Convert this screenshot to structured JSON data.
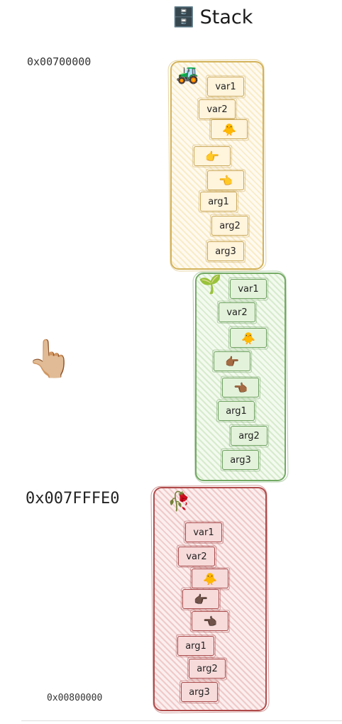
{
  "title": {
    "icon": "filing-cabinet-icon",
    "glyph": "🗄️",
    "text": "Stack"
  },
  "addresses": {
    "top": "0x00700000",
    "mid": "0x007FFFE0",
    "bottom": "0x00800000"
  },
  "pointer": {
    "icon": "pointing-up-hand-icon",
    "glyph": "👆🏼"
  },
  "frames": {
    "yellow": {
      "icon": "tractor-icon",
      "glyph": "🚜",
      "var1": "var1",
      "var2": "var2",
      "chick": "🐥",
      "left_hand": "👉",
      "right_hand": "👈",
      "arg1": "arg1",
      "arg2": "arg2",
      "arg3": "arg3"
    },
    "green": {
      "icon": "seedling-icon",
      "glyph": "🌱",
      "var1": "var1",
      "var2": "var2",
      "chick": "🐥",
      "left_hand": "👉🏾",
      "right_hand": "👈🏾",
      "arg1": "arg1",
      "arg2": "arg2",
      "arg3": "arg3"
    },
    "red": {
      "icon": "wilted-rose-icon",
      "glyph": "🥀",
      "var1": "var1",
      "var2": "var2",
      "chick": "🐥",
      "left_hand": "👉🏿",
      "right_hand": "👈🏿",
      "arg1": "arg1",
      "arg2": "arg2",
      "arg3": "arg3"
    }
  },
  "colors": {
    "yellow": "#d3b25a",
    "green": "#73a964",
    "red": "#b04a4a"
  }
}
